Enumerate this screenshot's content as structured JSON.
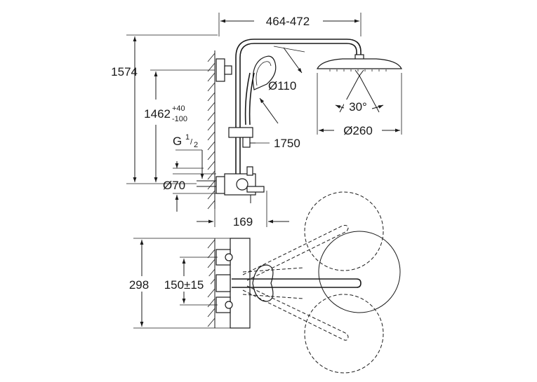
{
  "dimensions": {
    "arm_reach": "464-472",
    "total_height": "1574",
    "rail_height": "1462",
    "rail_tol_plus": "+40",
    "rail_tol_minus": "-100",
    "thread_g": "G",
    "thread_num": "1",
    "thread_den": "2",
    "hand_shower_dia": "Ø110",
    "head_shower_dia": "Ø260",
    "tilt_angle": "30°",
    "hose_length": "1750",
    "rosette_dia": "Ø70",
    "spout_projection": "169",
    "plan_depth": "298",
    "plan_centers": "150±15"
  }
}
